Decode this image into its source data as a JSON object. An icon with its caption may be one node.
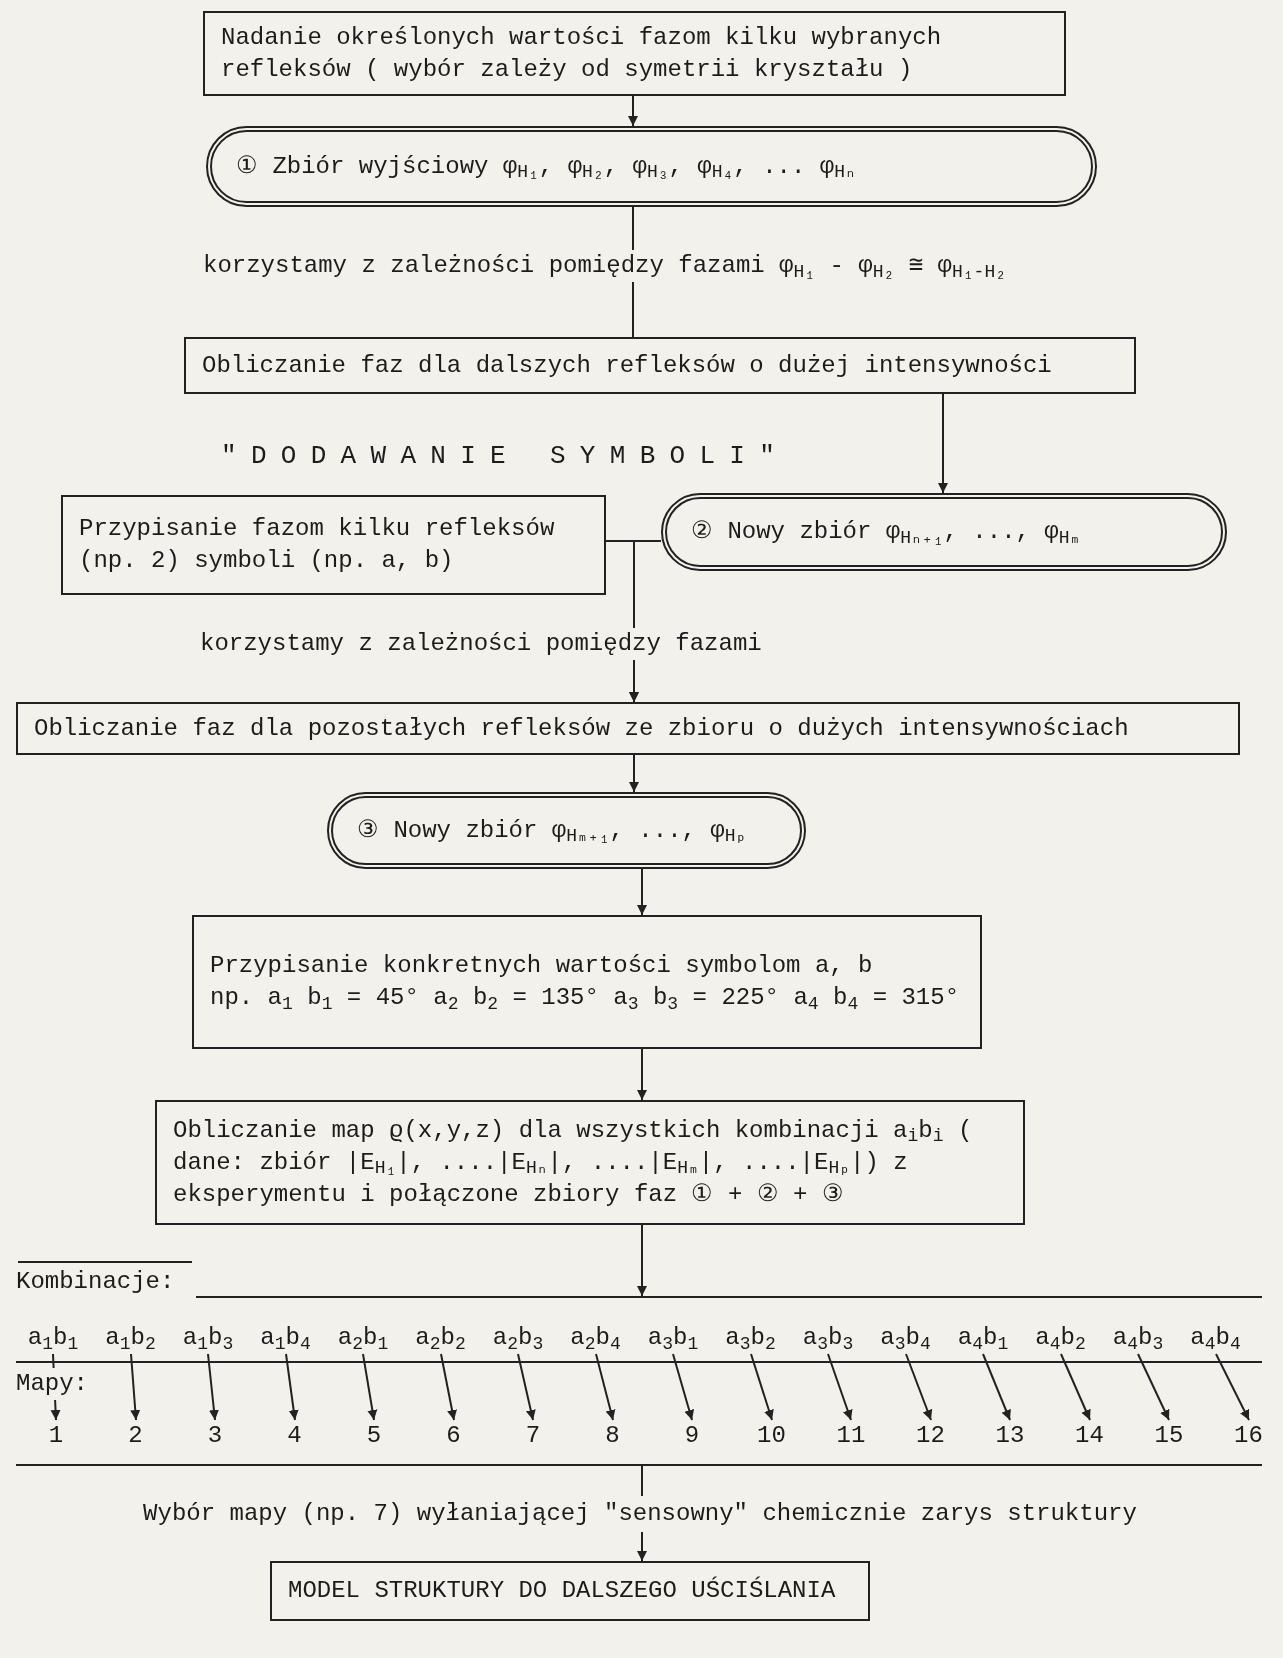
{
  "diagram": {
    "nodes": [
      {
        "text": [
          "Nadanie określonych wartości fazom kilku wybranych refleksów ( wybór zależy od symetrii kryształu )"
        ]
      },
      {
        "text": [
          "① Zbiór wyjściowy φ$_{H₁}$, φ$_{H₂}$, φ$_{H₃}$, φ$_{H₄}$, ... φ$_{Hₙ}$"
        ]
      },
      {
        "text": [
          "Obliczanie faz dla dalszych refleksów o dużej intensywności"
        ]
      },
      {
        "text": [
          "Przypisanie fazom kilku refleksów (np. 2) symboli (np. a, b)"
        ]
      },
      {
        "text": [
          "② Nowy zbiór φ$_{Hₙ₊₁}$, ..., φ$_{Hₘ}$"
        ]
      },
      {
        "text": [
          "Obliczanie faz dla pozostałych refleksów ze zbioru o dużych intensywnościach"
        ]
      },
      {
        "text": [
          "③ Nowy zbiór φ$_{Hₘ₊₁}$, ..., φ$_{Hₚ}$"
        ]
      },
      {
        "text": [
          "Przypisanie konkretnych wartości symbolom a, b",
          "np. a$_{1}$ b$_{1}$ = 45°  a$_{2}$ b$_{2}$ = 135°  a$_{3}$ b$_{3}$ = 225°  a$_{4}$ b$_{4}$ = 315°"
        ]
      },
      {
        "text": [
          "Obliczanie map ϱ(x,y,z) dla wszystkich kombinacji a$_{i}$b$_{i}$ ( dane: zbiór |E$_{H₁}$|, ....|E$_{Hₙ}$|, ....|E$_{Hₘ}$|, ....|E$_{Hₚ}$|) z eksperymentu i połączone zbiory faz ① + ② + ③"
        ]
      },
      {
        "text": [
          "a$_{1}$b$_{1}$"
        ]
      },
      {
        "text": [
          "a$_{1}$b$_{2}$"
        ]
      },
      {
        "text": [
          "a$_{1}$b$_{3}$"
        ]
      },
      {
        "text": [
          "a$_{1}$b$_{4}$"
        ]
      },
      {
        "text": [
          "a$_{2}$b$_{1}$"
        ]
      },
      {
        "text": [
          "a$_{2}$b$_{2}$"
        ]
      },
      {
        "text": [
          "a$_{2}$b$_{3}$"
        ]
      },
      {
        "text": [
          "a$_{2}$b$_{4}$"
        ]
      },
      {
        "text": [
          "a$_{3}$b$_{1}$"
        ]
      },
      {
        "text": [
          "a$_{3}$b$_{2}$"
        ]
      },
      {
        "text": [
          "a$_{3}$b$_{3}$"
        ]
      },
      {
        "text": [
          "a$_{3}$b$_{4}$"
        ]
      },
      {
        "text": [
          "a$_{4}$b$_{1}$"
        ]
      },
      {
        "text": [
          "a$_{4}$b$_{2}$"
        ]
      },
      {
        "text": [
          "a$_{4}$b$_{3}$"
        ]
      },
      {
        "text": [
          "a$_{4}$b$_{4}$"
        ]
      },
      {
        "text": [
          "1"
        ]
      },
      {
        "text": [
          "2"
        ]
      },
      {
        "text": [
          "3"
        ]
      },
      {
        "text": [
          "4"
        ]
      },
      {
        "text": [
          "5"
        ]
      },
      {
        "text": [
          "6"
        ]
      },
      {
        "text": [
          "7"
        ]
      },
      {
        "text": [
          "8"
        ]
      },
      {
        "text": [
          "9"
        ]
      },
      {
        "text": [
          "10"
        ]
      },
      {
        "text": [
          "11"
        ]
      },
      {
        "text": [
          "12"
        ]
      },
      {
        "text": [
          "13"
        ]
      },
      {
        "text": [
          "14"
        ]
      },
      {
        "text": [
          "15"
        ]
      },
      {
        "text": [
          "16"
        ]
      },
      {
        "text": [
          "Wybór mapy (np. 7) wyłaniającej \"sensowny\" chemicznie zarys struktury"
        ]
      },
      {
        "text": [
          "MODEL STRUKTURY DO DALSZEGO UŚCIŚLANIA"
        ]
      },
      {
        "text": [],
        "shape": "bar"
      },
      {
        "text": [],
        "shape": "bar"
      }
    ],
    "edges": [
      {
        "from": 0,
        "to": 1,
        "arrow": "to"
      },
      {
        "from": 1,
        "to": 2,
        "arrow": "none",
        "label": "korzystamy z zależności pomiędzy fazami φ$_{H₁}$ - φ$_{H₂}$ ≅ φ$_{H₁-H₂}$"
      },
      {
        "from": 2,
        "to": 4,
        "arrow": "to"
      },
      {
        "from": 3,
        "to": 5,
        "arrow": "to",
        "label": "korzystamy z zależności pomiędzy fazami"
      },
      {
        "from": 4,
        "to": 5,
        "arrow": "to"
      },
      {
        "from": 5,
        "to": 6,
        "arrow": "to"
      },
      {
        "from": 6,
        "to": 7,
        "arrow": "to"
      },
      {
        "from": 7,
        "to": 8,
        "arrow": "to"
      },
      {
        "from": 8,
        "to": 43,
        "arrow": "to"
      },
      {
        "from": 9,
        "to": 25,
        "arrow": "to"
      },
      {
        "from": 10,
        "to": 26,
        "arrow": "to"
      },
      {
        "from": 11,
        "to": 27,
        "arrow": "to"
      },
      {
        "from": 12,
        "to": 28,
        "arrow": "to"
      },
      {
        "from": 13,
        "to": 29,
        "arrow": "to"
      },
      {
        "from": 14,
        "to": 30,
        "arrow": "to"
      },
      {
        "from": 15,
        "to": 31,
        "arrow": "to"
      },
      {
        "from": 16,
        "to": 32,
        "arrow": "to"
      },
      {
        "from": 17,
        "to": 33,
        "arrow": "to"
      },
      {
        "from": 18,
        "to": 34,
        "arrow": "to"
      },
      {
        "from": 19,
        "to": 35,
        "arrow": "to"
      },
      {
        "from": 20,
        "to": 36,
        "arrow": "to"
      },
      {
        "from": 21,
        "to": 37,
        "arrow": "to"
      },
      {
        "from": 22,
        "to": 38,
        "arrow": "to"
      },
      {
        "from": 23,
        "to": 39,
        "arrow": "to"
      },
      {
        "from": 24,
        "to": 40,
        "arrow": "to"
      },
      {
        "from": 44,
        "to": 41,
        "arrow": "none"
      },
      {
        "from": 41,
        "to": 42,
        "arrow": "to"
      }
    ],
    "labels": [
      "\"DODAWANIE SYMBOLI\"",
      "Kombinacje:",
      "Mapy:"
    ]
  }
}
